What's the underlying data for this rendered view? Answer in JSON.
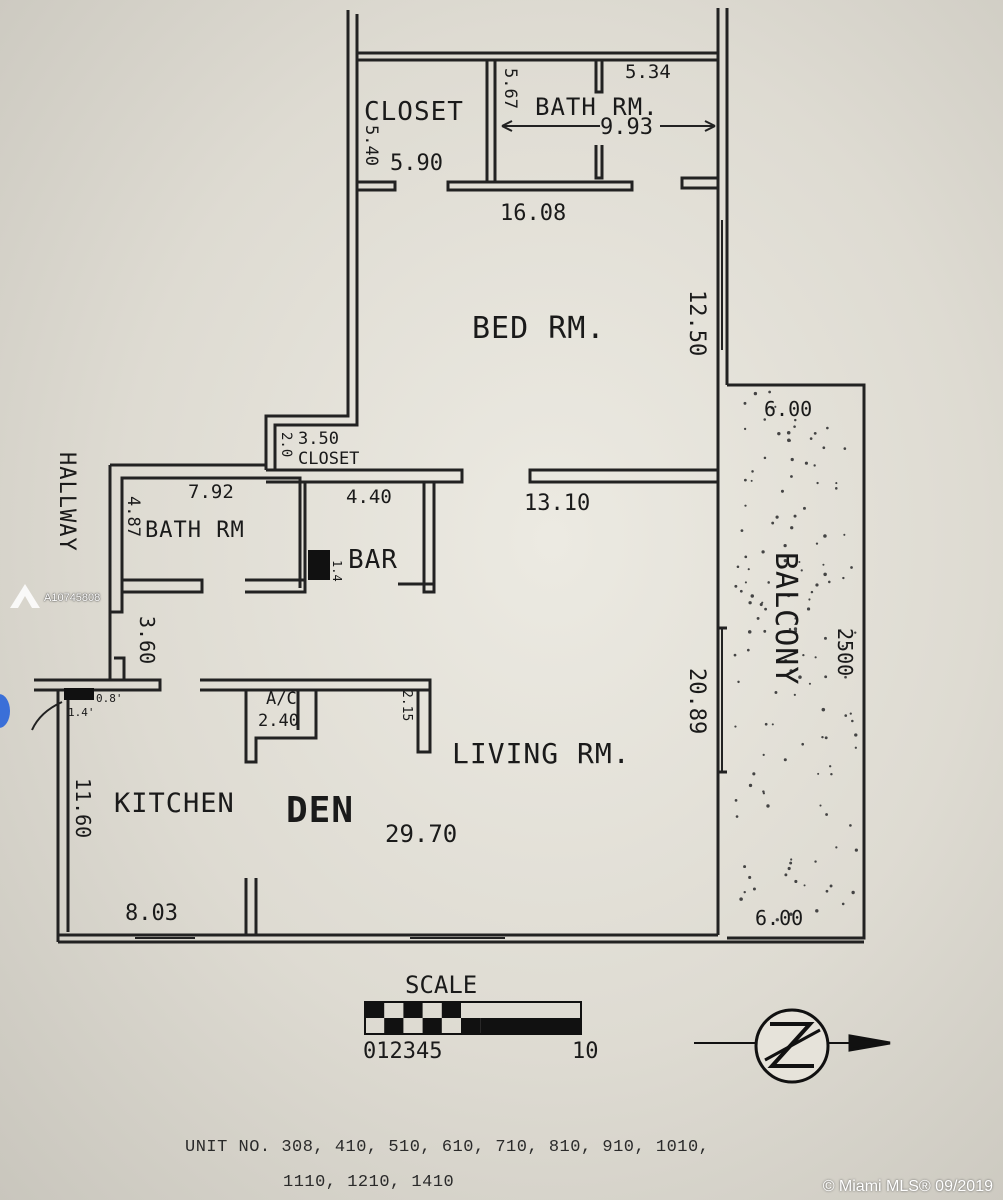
{
  "rooms": {
    "closet_top": "CLOSET",
    "bath_top": "BATH RM.",
    "bed": "BED RM.",
    "closet_mid": "CLOSET",
    "bath_left": "BATH RM",
    "bar": "BAR",
    "living": "LIVING RM.",
    "kitchen": "KITCHEN",
    "den": "DEN",
    "balcony": "BALCONY",
    "hallway": "HALLWAY",
    "ac": "A/C"
  },
  "dimensions": {
    "closet_top_w": "5.90",
    "closet_top_h": "5.40",
    "bath_top_h": "5.67",
    "bath_top_w1": "5.34",
    "bath_top_w2": "9.93",
    "bed_w": "16.08",
    "bed_h": "12.50",
    "closet_mid_w": "3.50",
    "closet_mid_h": "2.0",
    "bath_left_w": "7.92",
    "bath_left_h": "4.87",
    "bar_w": "4.40",
    "bar_small": "1.4",
    "living_w": "13.10",
    "living_h": "20.89",
    "hall_h": "3.60",
    "ac_w": "2.40",
    "ac_h": "2.15",
    "kitchen_h": "11.60",
    "kitchen_w": "8.03",
    "den_w": "29.70",
    "balcony_top": "6.00",
    "balcony_bottom": "6.00",
    "balcony_len": "2500",
    "entry_a": "1.4'",
    "entry_b": "0.8'"
  },
  "scale": {
    "title": "SCALE",
    "ticks": "012345",
    "end": "10"
  },
  "caption": {
    "line1": "UNIT NO. 308, 410, 510, 610, 710, 810, 910, 1010,",
    "line2": "1110, 1210, 1410"
  },
  "watermark": {
    "listing_id": "A10745808",
    "copyright": "© Miami MLS® 09/2019"
  },
  "icons": [
    "north-arrow-icon",
    "mls-logo-icon"
  ]
}
